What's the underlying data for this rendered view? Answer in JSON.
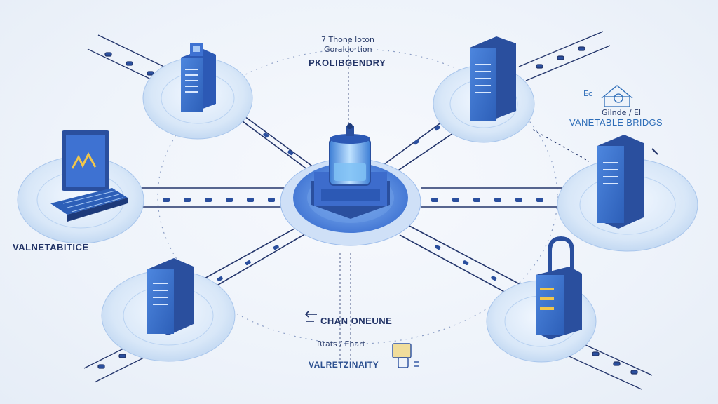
{
  "labels": {
    "top_small_line1": "7 Thone loton",
    "top_small_line2": "Goraloortion",
    "top_title": "PKOLIBGENDRY",
    "right_small": "Gilnde / El",
    "right_title": "VANETABLE BRIDGS",
    "left_title": "VALNETABITICE",
    "bottom_title": "CHAN ONEUNE",
    "bottom_small": "Rtats / Ehart",
    "bottom_label": "VALRETZINAITY",
    "right_icon_text": "Ec"
  },
  "colors": {
    "accent": "#3a6fd8",
    "dark_blue": "#2a4f9e",
    "pad": "#cfe0f5",
    "line": "#23356b"
  }
}
